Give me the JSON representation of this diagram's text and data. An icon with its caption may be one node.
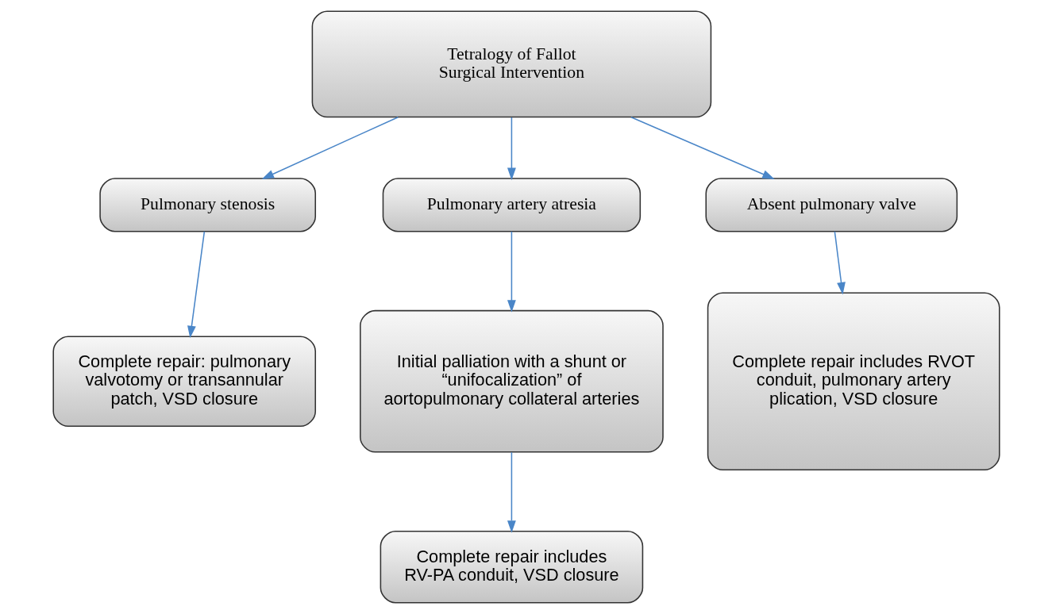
{
  "diagram": {
    "nodes": [
      {
        "text": [
          "Tetralogy of Fallot Surgical Intervention"
        ]
      },
      {
        "text": [
          "Pulmonary stenosis"
        ]
      },
      {
        "text": [
          "Pulmonary artery atresia"
        ]
      },
      {
        "text": [
          "Absent pulmonary valve"
        ]
      },
      {
        "text": [
          "Complete repair: pulmonary valvotomy or transannular patch, VSD closure"
        ]
      },
      {
        "text": [
          "Initial palliation with a shunt or “unifocalization” of aortopulmonary collateral arteries"
        ]
      },
      {
        "text": [
          "Complete repair includes RVOT conduit, pulmonary artery plication, VSD closure"
        ]
      },
      {
        "text": [
          "Complete repair includes RV-PA conduit, VSD closure"
        ]
      }
    ],
    "edges": [
      {
        "from": 0,
        "to": 1,
        "arrow": "to"
      },
      {
        "from": 0,
        "to": 2,
        "arrow": "to"
      },
      {
        "from": 0,
        "to": 3,
        "arrow": "to"
      },
      {
        "from": 1,
        "to": 4,
        "arrow": "to"
      },
      {
        "from": 2,
        "to": 5,
        "arrow": "to"
      },
      {
        "from": 3,
        "to": 6,
        "arrow": "to"
      },
      {
        "from": 5,
        "to": 7,
        "arrow": "to"
      }
    ]
  }
}
